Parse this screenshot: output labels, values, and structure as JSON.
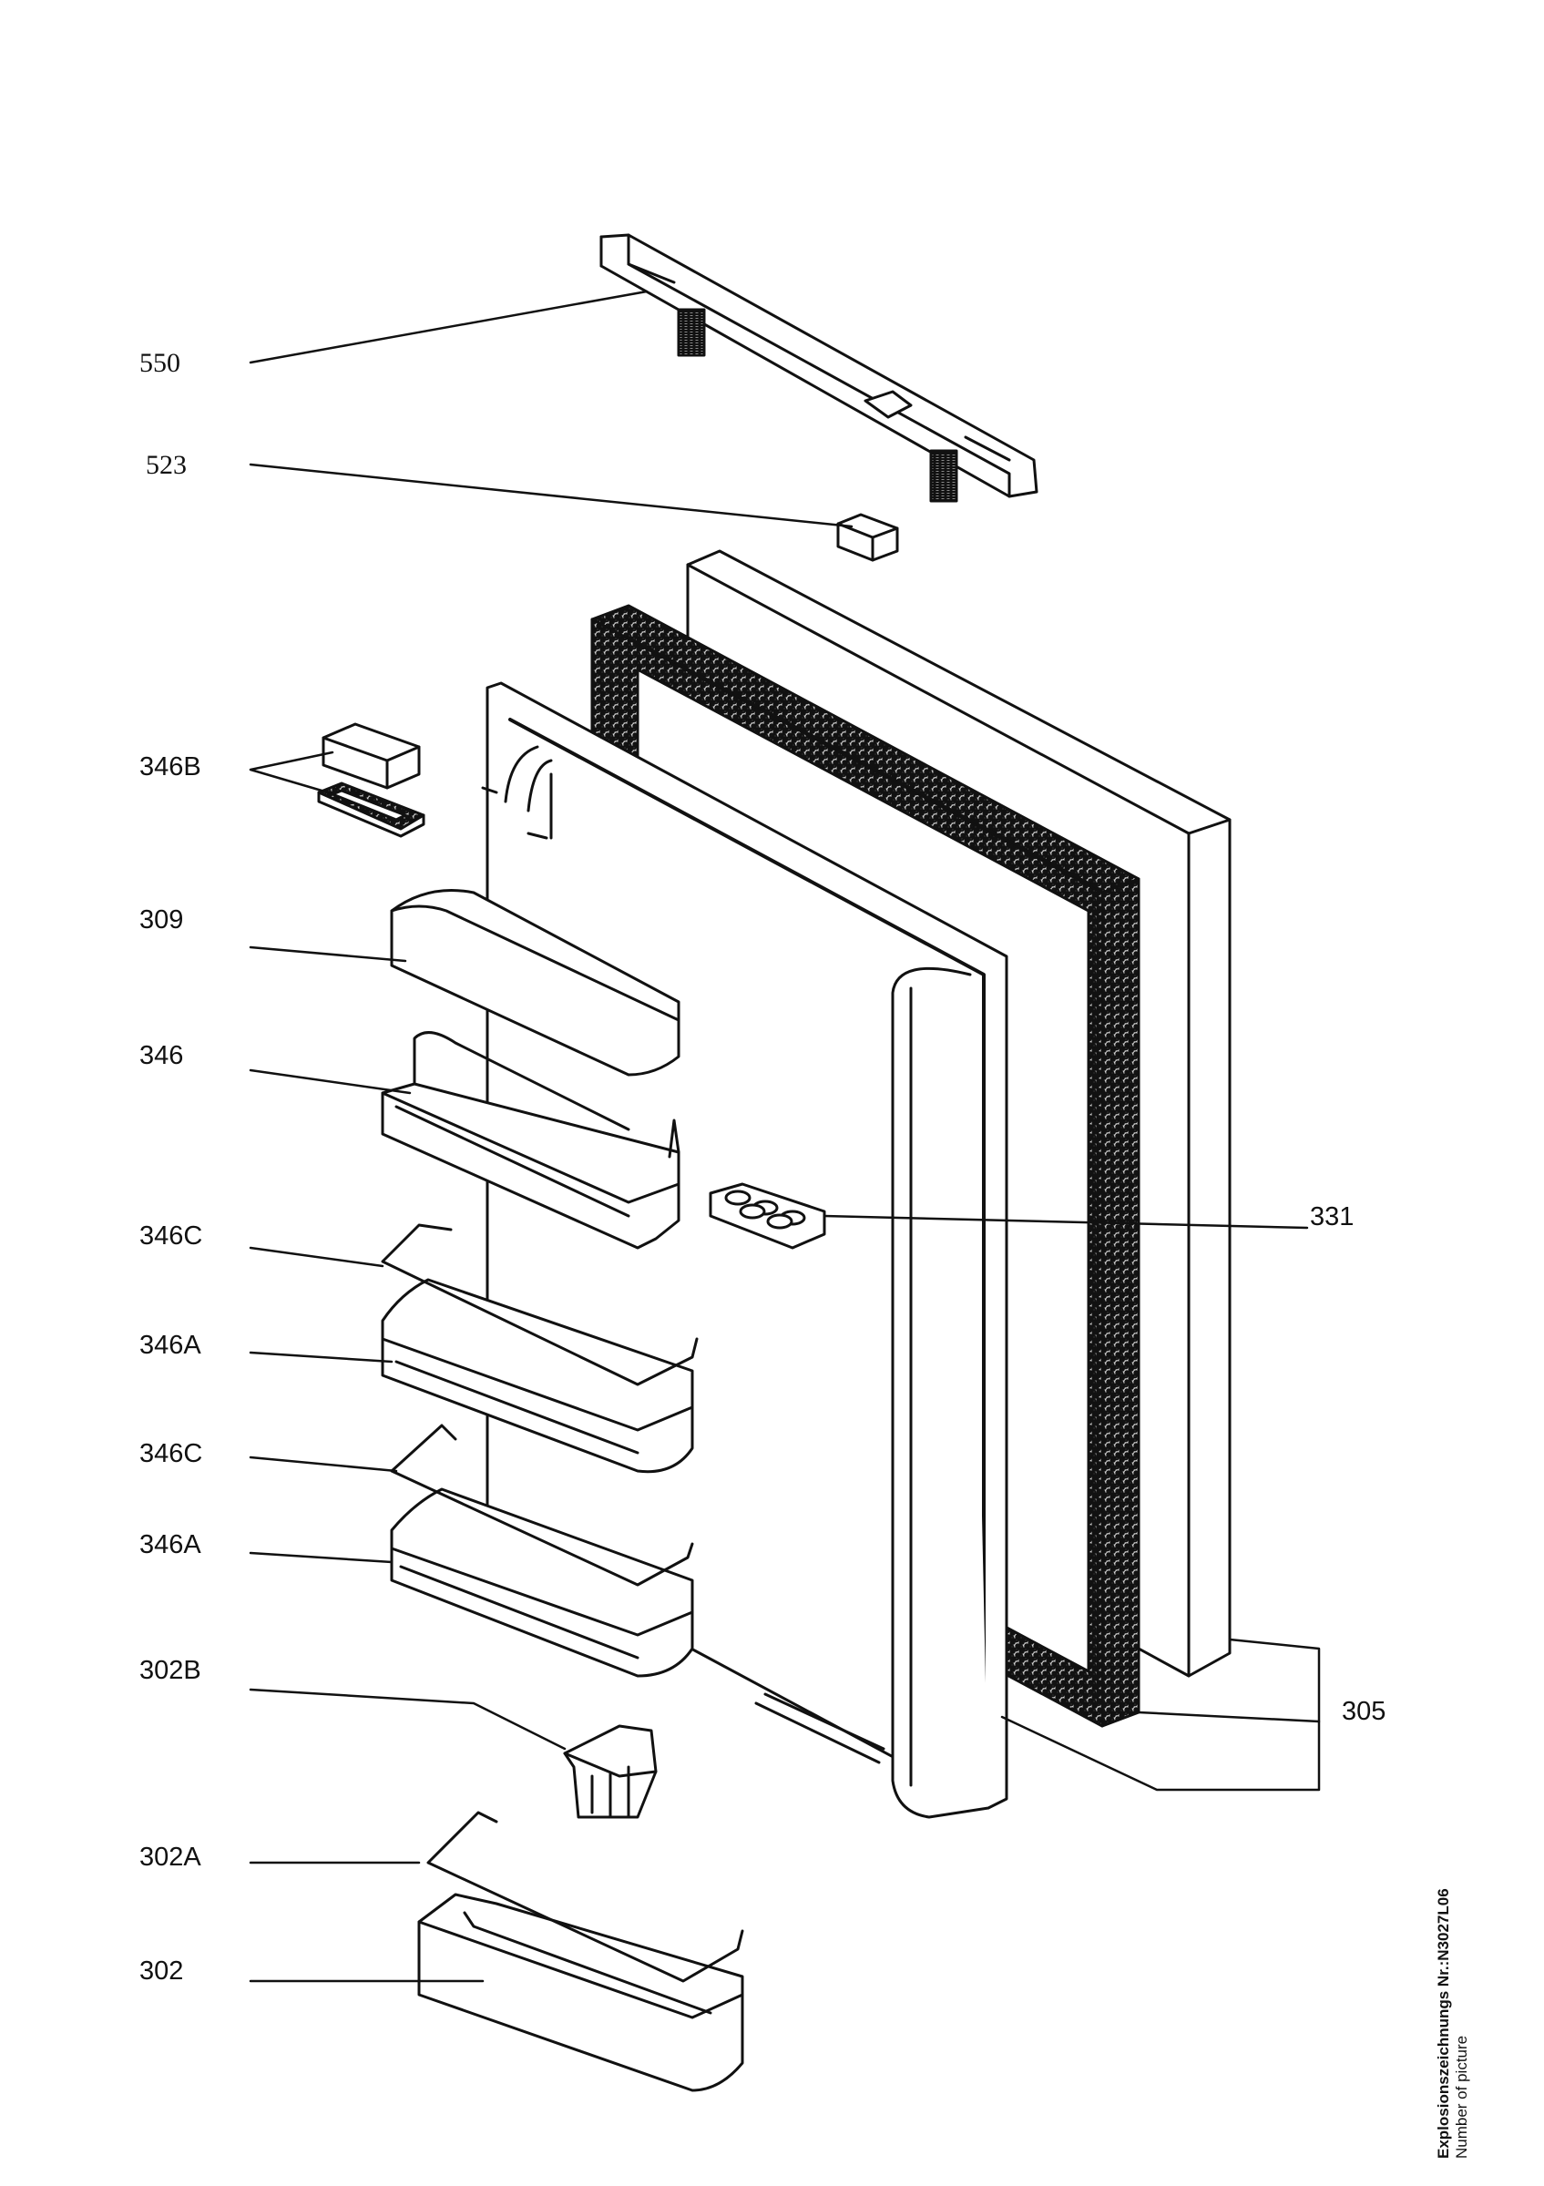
{
  "labels": {
    "l550": "550",
    "l523": "523",
    "l346B": "346B",
    "l309": "309",
    "l346": "346",
    "l346C_1": "346C",
    "l346A_1": "346A",
    "l346C_2": "346C",
    "l346A_2": "346A",
    "l302B": "302B",
    "l302A": "302A",
    "l302": "302",
    "l331": "331",
    "l305": "305"
  },
  "caption": {
    "title": "Explosionszeichnungs Nr.:N3027L06",
    "subtitle": "Number of picture"
  }
}
